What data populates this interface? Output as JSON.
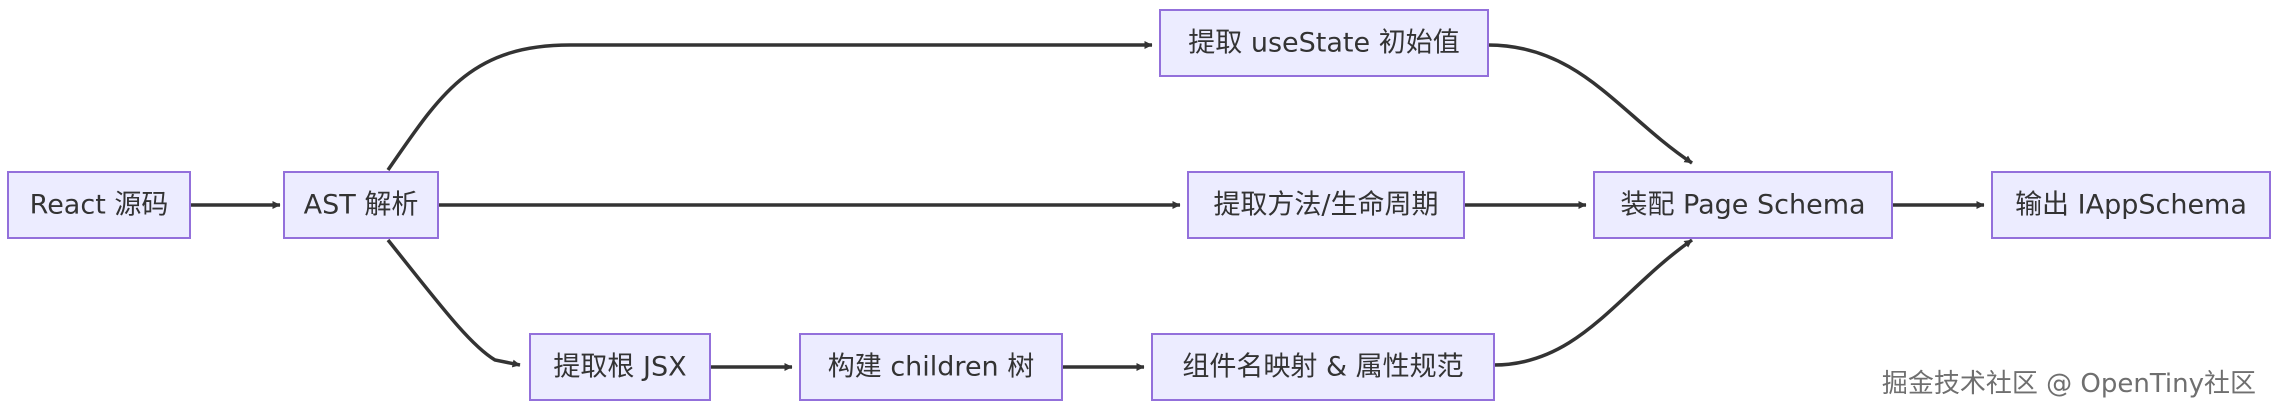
{
  "nodes": {
    "react_source": "React 源码",
    "ast_parse": "AST 解析",
    "extract_usestate": "提取 useState 初始值",
    "extract_methods": "提取方法/生命周期",
    "extract_root_jsx": "提取根 JSX",
    "build_children_tree": "构建 children 树",
    "component_mapping": "组件名映射 & 属性规范",
    "assemble_schema": "装配 Page Schema",
    "output_schema": "输出 IAppSchema"
  },
  "watermark": "掘金技术社区 @ OpenTiny社区",
  "colors": {
    "node_fill": "#ECECFF",
    "node_stroke": "#9370DB",
    "edge": "#333333",
    "text": "#333333"
  }
}
